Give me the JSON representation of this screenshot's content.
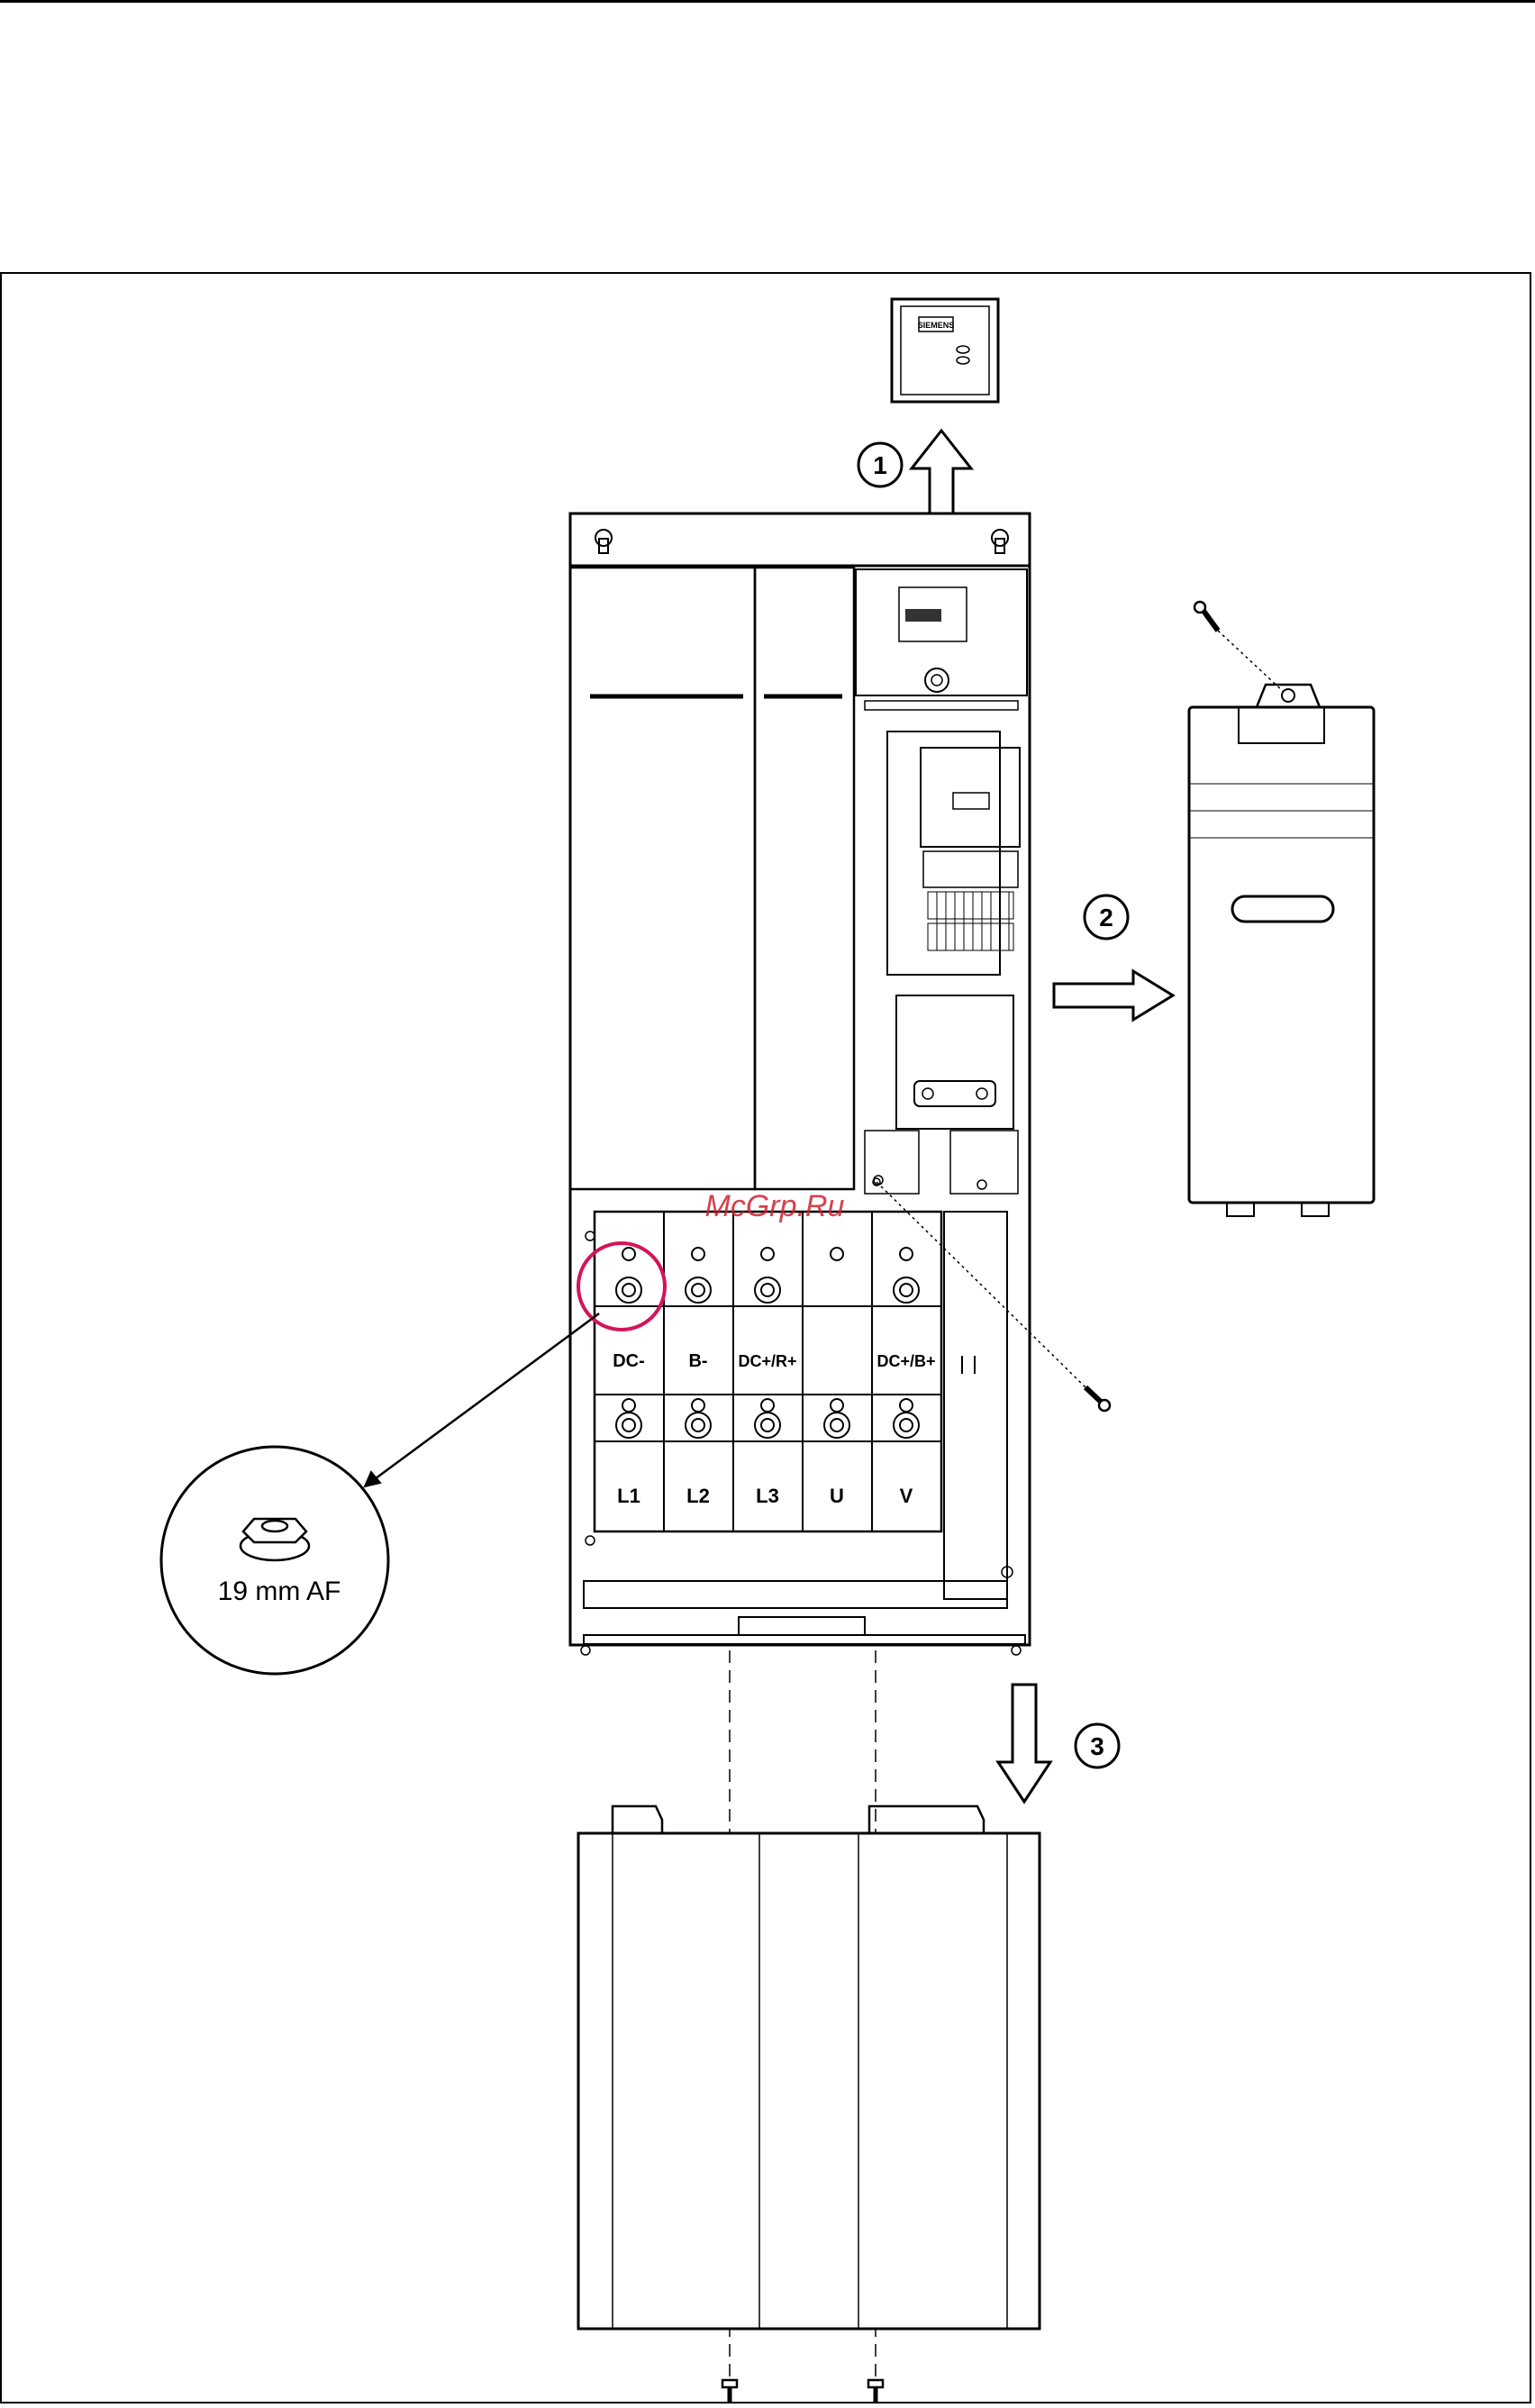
{
  "figure": {
    "steps": [
      "1",
      "2",
      "3"
    ],
    "operator_panel_brand": "SIEMENS",
    "terminals_top": [
      "DC-",
      "B-",
      "DC+/R+",
      "",
      "DC+/B+"
    ],
    "terminals_bottom": [
      "L1",
      "L2",
      "L3",
      "U",
      "V"
    ],
    "nut_detail_label": "19 mm AF",
    "watermark": "McGrp.Ru"
  },
  "colors": {
    "line": "#000000",
    "highlight_circle": "#d4145a",
    "watermark": "#d0202f"
  },
  "icons": [
    "screw-icon",
    "nut-icon",
    "arrow-up-icon",
    "arrow-right-icon",
    "arrow-down-icon",
    "keyhole-icon"
  ]
}
